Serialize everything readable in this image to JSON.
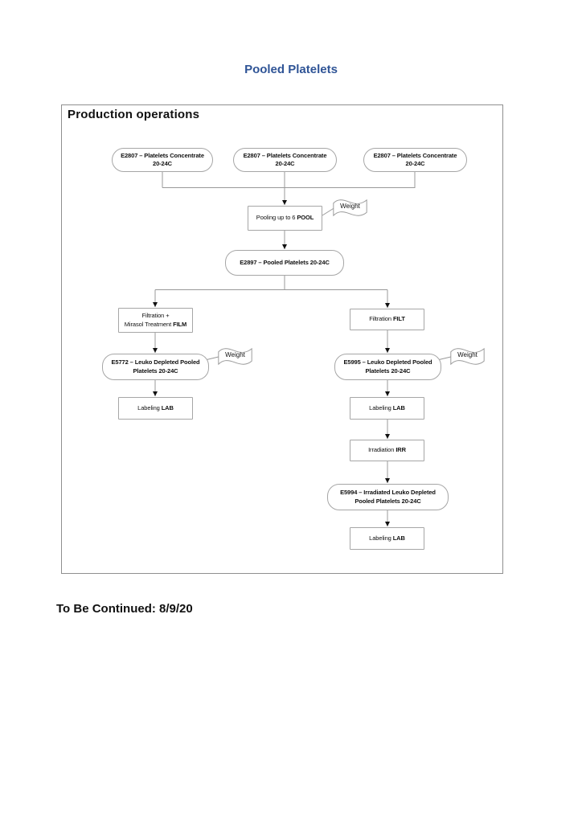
{
  "page": {
    "title": "Pooled Platelets",
    "footer": "To Be Continued:  8/9/20"
  },
  "colors": {
    "title_blue": "#2F5496",
    "node_border": "#a6a6a6",
    "connector_gray": "#999999",
    "arrowhead_black": "#111111",
    "text_black": "#111111"
  },
  "diagram": {
    "section_title": "Production operations",
    "weight_flag_label": "Weight",
    "nodes": [
      {
        "id": "concentrate-1",
        "shape": "oval",
        "line1": "E2807 – Platelets Concentrate",
        "line2": "20-24C"
      },
      {
        "id": "concentrate-2",
        "shape": "oval",
        "line1": "E2807 – Platelets Concentrate",
        "line2": "20-24C"
      },
      {
        "id": "concentrate-3",
        "shape": "oval",
        "line1": "E2807 – Platelets Concentrate",
        "line2": "20-24C"
      },
      {
        "id": "pooling",
        "shape": "rect",
        "pre": "Pooling up to 6 ",
        "bold": "POOL"
      },
      {
        "id": "pooled-platelets",
        "shape": "oval",
        "line1": "E2897 – Pooled Platelets  20-24C"
      },
      {
        "id": "filtration-mirasol",
        "shape": "rect",
        "line1": "Filtration +",
        "line2_pre": "Mirasol Treatment ",
        "line2_bold": "FILM"
      },
      {
        "id": "e5772",
        "shape": "oval",
        "line1": "E5772 – Leuko Depleted Pooled",
        "line2": "Platelets  20-24C"
      },
      {
        "id": "labeling-left",
        "shape": "rect",
        "pre": "Labeling ",
        "bold": "LAB"
      },
      {
        "id": "filtration",
        "shape": "rect",
        "pre": "Filtration ",
        "bold": "FILT"
      },
      {
        "id": "e5995",
        "shape": "oval",
        "line1": "E5995 – Leuko Depleted Pooled",
        "line2": "Platelets  20-24C"
      },
      {
        "id": "labeling-right-1",
        "shape": "rect",
        "pre": "Labeling ",
        "bold": "LAB"
      },
      {
        "id": "irradiation",
        "shape": "rect",
        "pre": "Irradiation ",
        "bold": "IRR"
      },
      {
        "id": "e5994",
        "shape": "oval",
        "line1": "E5994 – Irradiated Leuko Depleted",
        "line2": "Pooled Platelets  20-24C"
      },
      {
        "id": "labeling-right-2",
        "shape": "rect",
        "pre": "Labeling ",
        "bold": "LAB"
      }
    ]
  }
}
